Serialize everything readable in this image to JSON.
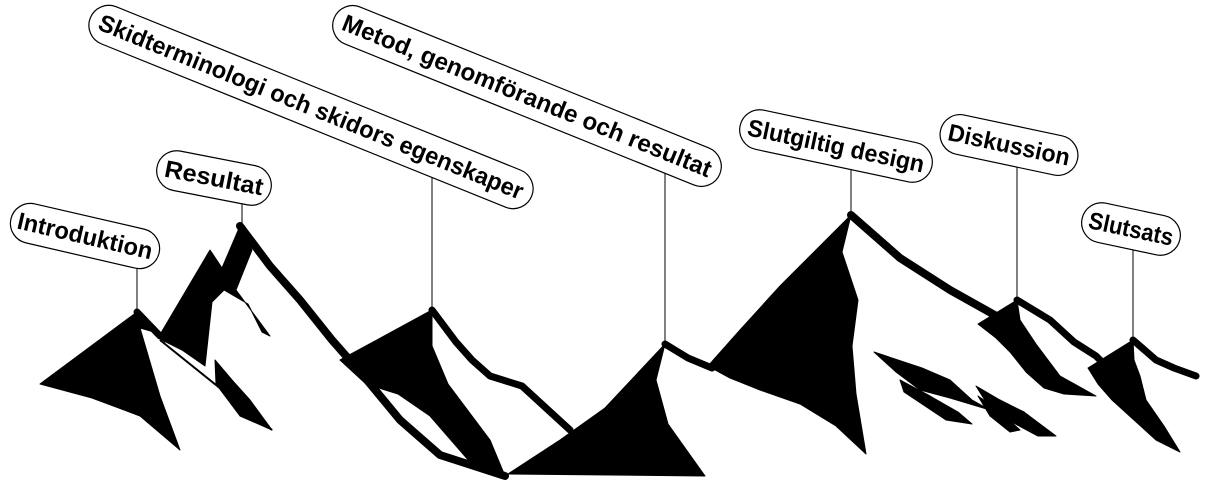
{
  "colors": {
    "ink": "#000000",
    "paper": "#ffffff"
  },
  "labels": {
    "introduktion": "Introduktion",
    "resultat": "Resultat",
    "skidterminologi": "Skidterminologi och skidors egenskaper",
    "metod": "Metod, genomförande och resultat",
    "slutgiltig": "Slutgiltig design",
    "diskussion": "Diskussion",
    "slutsats": "Slutsats"
  }
}
